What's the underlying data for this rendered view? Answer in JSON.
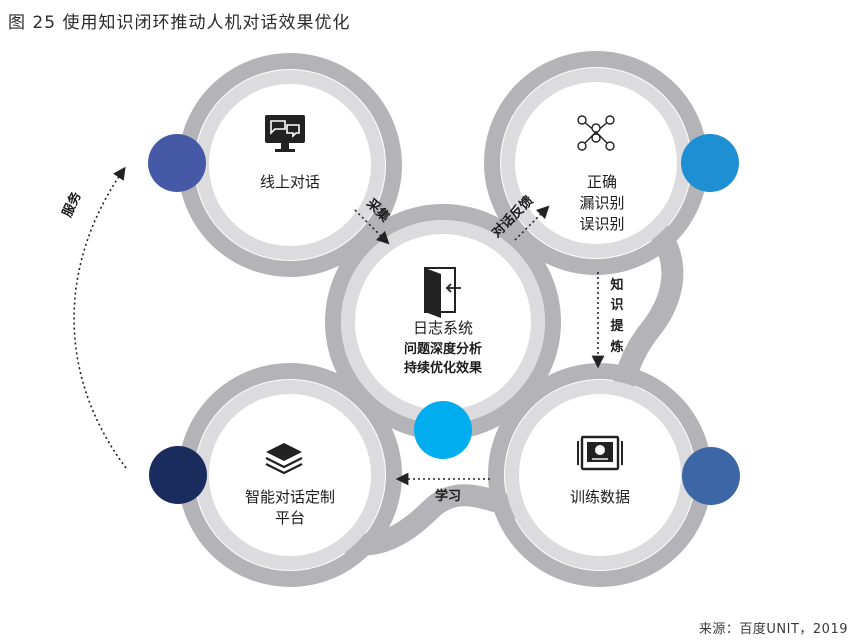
{
  "title": "图 25 使用知识闭环推动人机对话效果优化",
  "source": "来源：百度UNIT，2019",
  "nodes": {
    "online_dialog": {
      "label": "线上对话"
    },
    "feedback": {
      "lines": [
        "正确",
        "漏识别",
        "误识别"
      ]
    },
    "log_system": {
      "label": "日志系统",
      "bold_lines": [
        "问题深度分析",
        "持续优化效果"
      ]
    },
    "training_data": {
      "label": "训练数据"
    },
    "platform": {
      "lines": [
        "智能对话定制",
        "平台"
      ]
    }
  },
  "flows": {
    "collect": "采集",
    "dialog_feedback": "对话反馈",
    "knowledge_extract": "知识提炼",
    "learn": "学习",
    "serve": "服务"
  },
  "colors": {
    "ring_outer": "#b4b4b8",
    "ring_inner": "#dcdcdf",
    "dot_online": "#4559a6",
    "dot_feedback": "#1d8fd2",
    "dot_log": "#00aeef",
    "dot_training": "#3d66a6",
    "dot_platform": "#1a2b5e"
  }
}
